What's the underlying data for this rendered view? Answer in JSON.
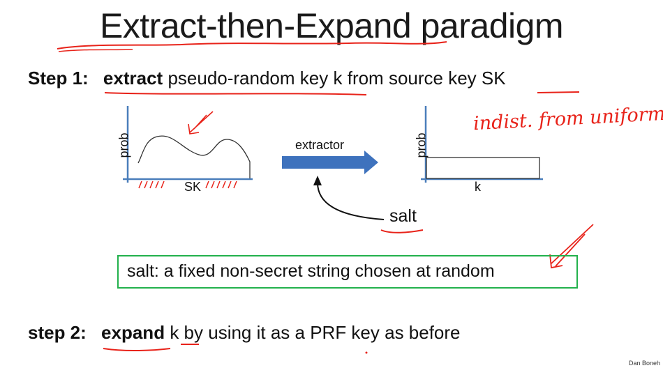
{
  "title": "Extract-then-Expand paradigm",
  "step1": {
    "label": "Step 1:",
    "verb": "extract",
    "text_a": "pseudo-random key",
    "key": "k",
    "text_b": "from source key",
    "source": "SK"
  },
  "diagram": {
    "left_y_label": "prob",
    "left_x_label": "SK",
    "arrow_label": "extractor",
    "right_y_label": "prob",
    "right_x_label": "k",
    "salt_label": "salt"
  },
  "annotation": "indist. from uniform",
  "salt_definition": "salt:   a fixed non-secret string chosen at random",
  "step2": {
    "label": "step 2:",
    "verb": "expand",
    "key": "k",
    "text": "by using it as a PRF key as before"
  },
  "author": "Dan Boneh",
  "colors": {
    "axis": "#4a7ebb",
    "arrow": "#3e72bd",
    "ink": "#e8231a",
    "box": "#22b14c"
  }
}
